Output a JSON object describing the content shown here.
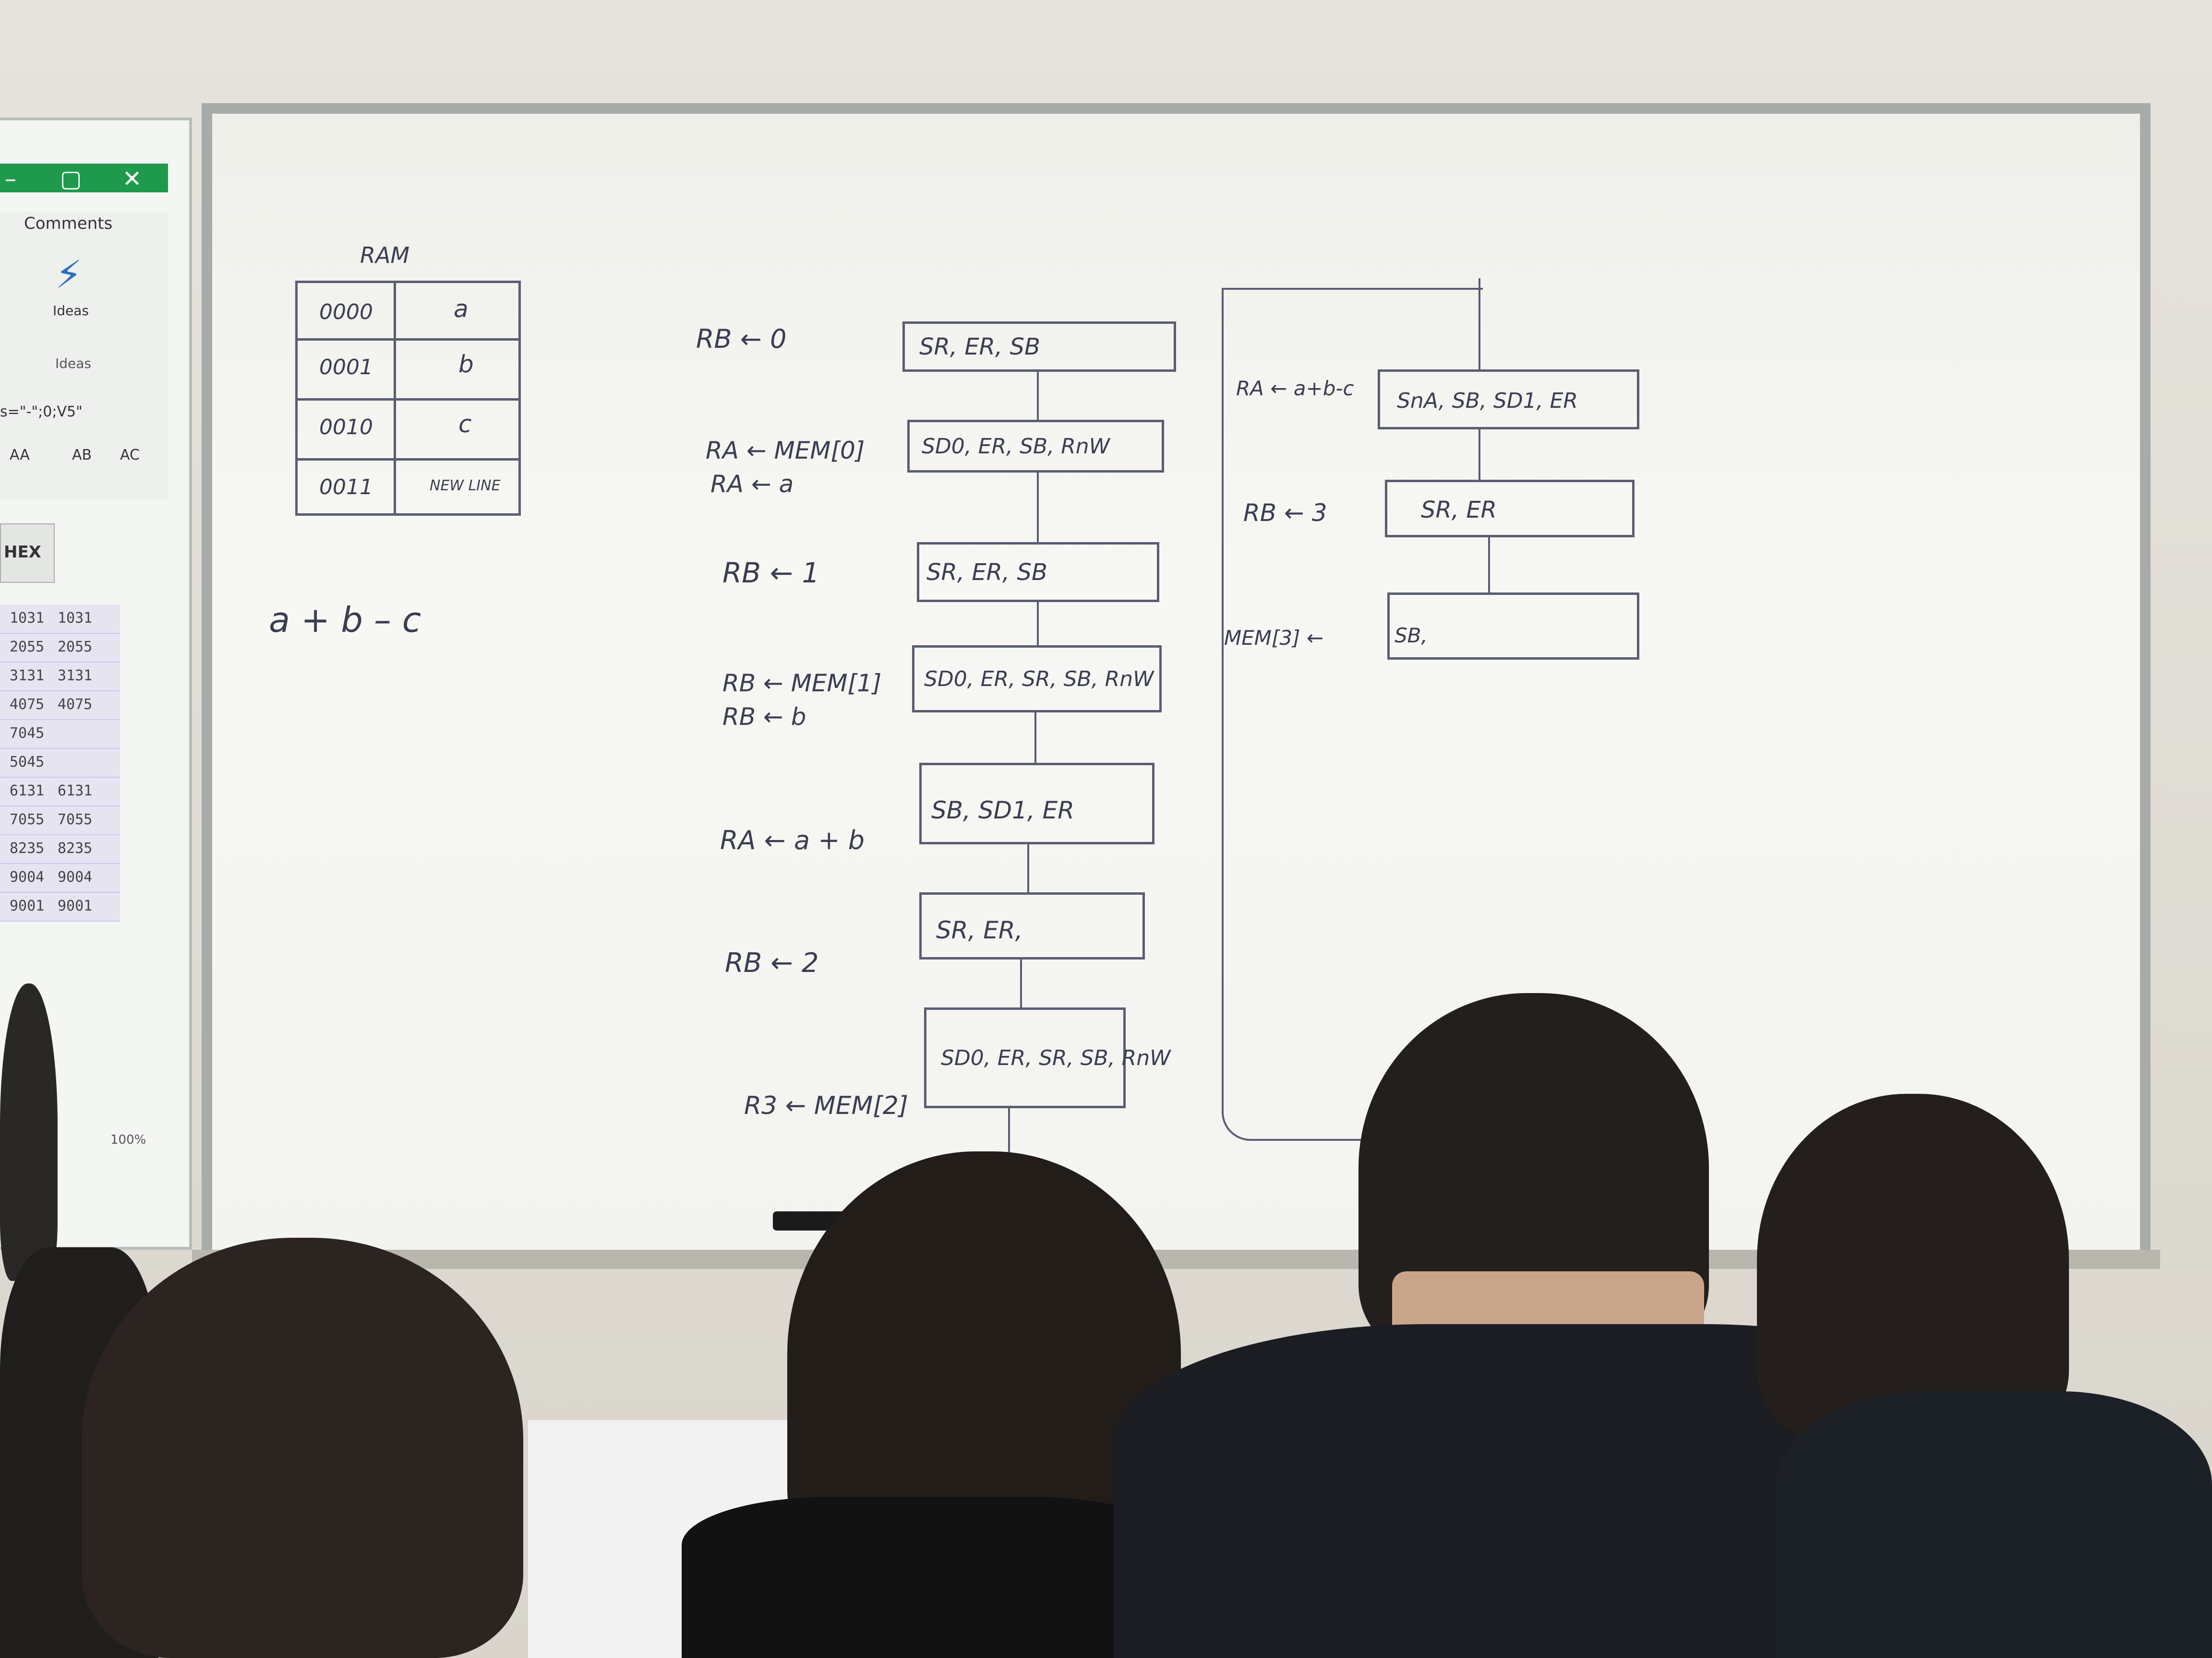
{
  "screen": {
    "window_buttons": [
      "–",
      "▢",
      "✕"
    ],
    "comments": "Comments",
    "ideas_button": "Ideas",
    "ideas_group": "Ideas",
    "formula": "s=\"-\";0;V5\"",
    "columns": [
      "AA",
      "AB",
      "AC"
    ],
    "hex_header": "HEX",
    "cells": [
      [
        "1031",
        "1031"
      ],
      [
        "2055",
        "2055"
      ],
      [
        "3131",
        "3131"
      ],
      [
        "4075",
        "4075"
      ],
      [
        "7045",
        ""
      ],
      [
        "5045",
        ""
      ],
      [
        "6131",
        "6131"
      ],
      [
        "7055",
        "7055"
      ],
      [
        "8235",
        "8235"
      ],
      [
        "9004",
        "9004"
      ],
      [
        "9001",
        "9001"
      ]
    ],
    "zoom": "100%"
  },
  "board": {
    "ram_title": "RAM",
    "ram_rows": [
      {
        "addr": "0000",
        "val": "a"
      },
      {
        "addr": "0001",
        "val": "b"
      },
      {
        "addr": "0010",
        "val": "c"
      },
      {
        "addr": "0011",
        "val": "NEW LINE"
      }
    ],
    "expression": "a + b – c",
    "left_steps": [
      {
        "label": "RB ← 0",
        "signals": "SR, ER, SB"
      },
      {
        "label": "RA ← MEM[0]",
        "label2": "RA ← a",
        "signals": "SD0, ER, SB, RnW"
      },
      {
        "label": "RB ← 1",
        "signals": "SR, ER, SB"
      },
      {
        "label": "RB ← MEM[1]",
        "label2": "RB ← b",
        "signals": "SD0, ER, SR, SB, RnW"
      },
      {
        "label": "RA ← a + b",
        "signals": "SB, SD1, ER"
      },
      {
        "label": "RB ← 2",
        "signals": "SR, ER,"
      },
      {
        "label": "R3 ← MEM[2]",
        "signals": "SD0, ER, SR, SB, RnW"
      }
    ],
    "right_steps": [
      {
        "label": "RA ← a+b-c",
        "signals": "SnA, SB, SD1, ER"
      },
      {
        "label": "RB ← 3",
        "signals": "SR, ER"
      },
      {
        "label": "MEM[3] ← ",
        "signals": "SB,"
      }
    ]
  }
}
